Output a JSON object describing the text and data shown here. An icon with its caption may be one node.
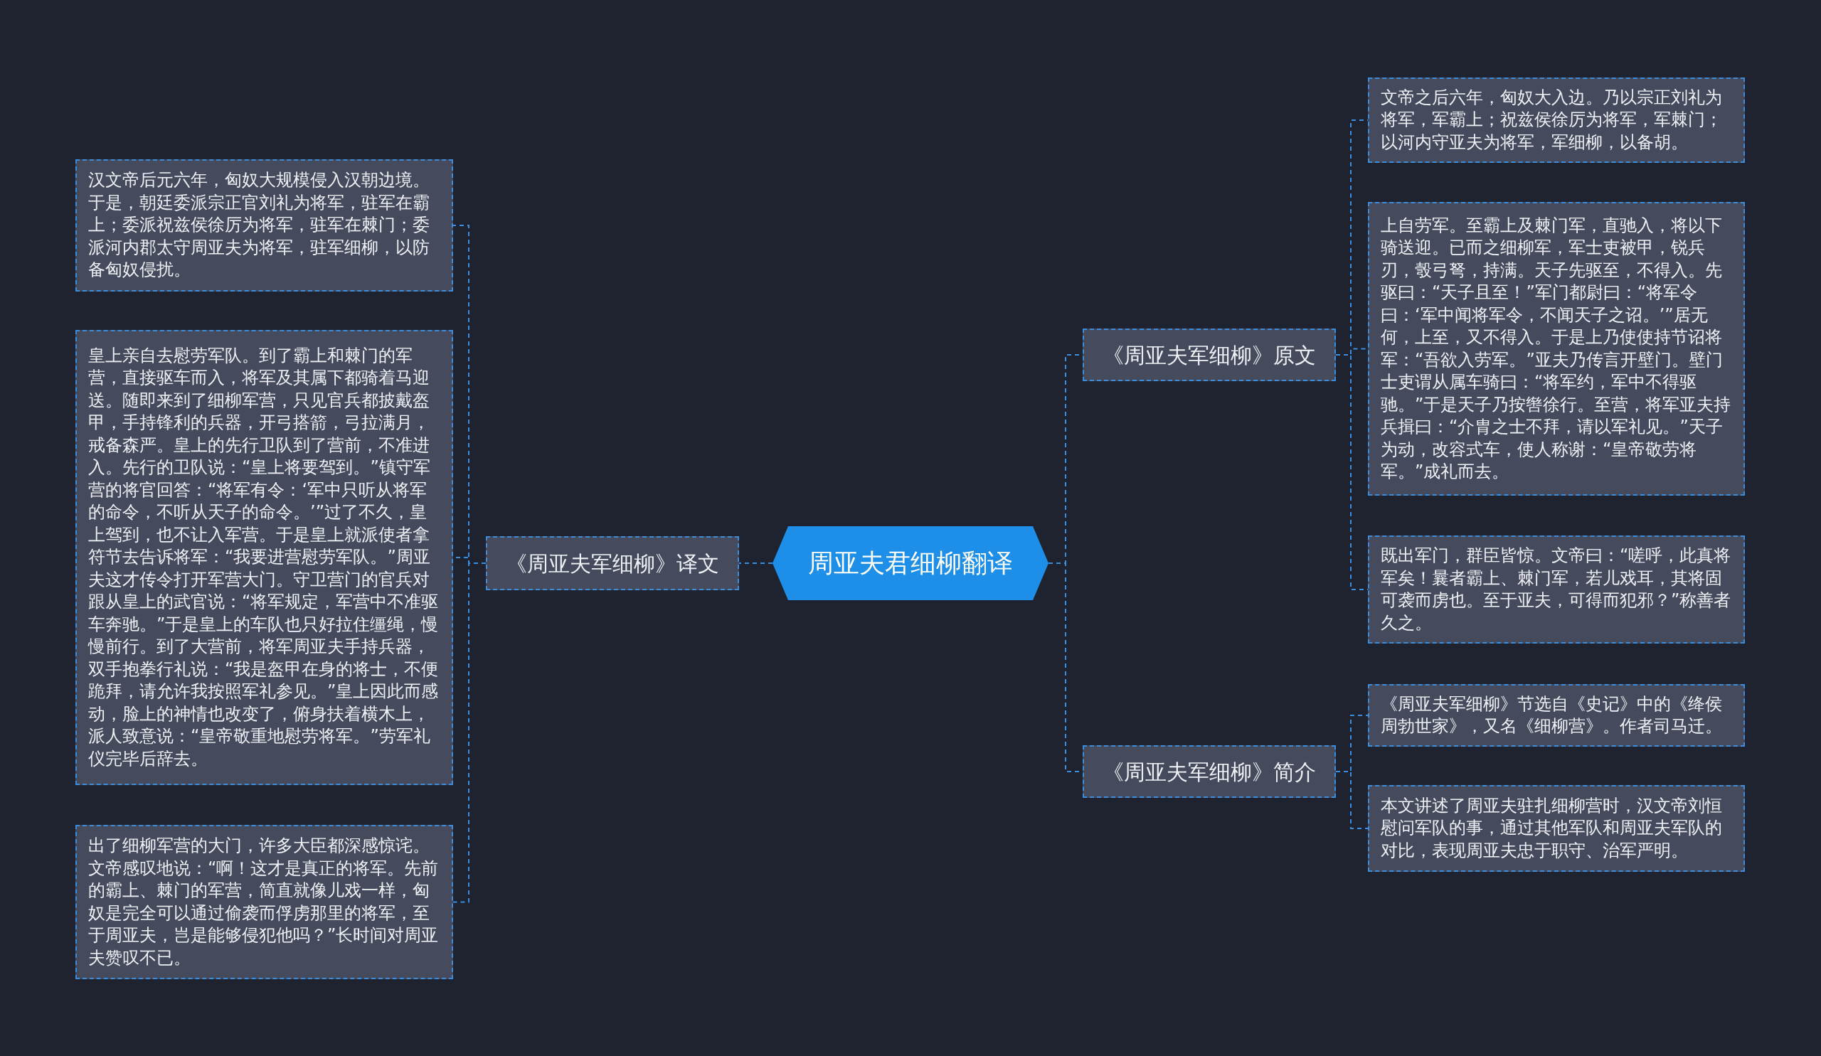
{
  "diagram": {
    "nodes": [
      {
        "text": [
          "周亚夫君细柳翻译"
        ]
      },
      {
        "text": [
          "《周亚夫军细柳》译文"
        ]
      },
      {
        "text": [
          "汉文帝后元六年，匈奴大规模侵入汉朝边境。于是，朝廷委派宗正官刘礼为将军，驻军在霸上；委派祝兹侯徐厉为将军，驻军在棘门；委派河内郡太守周亚夫为将军，驻军细柳，以防备匈奴侵扰。"
        ]
      },
      {
        "text": [
          "皇上亲自去慰劳军队。到了霸上和棘门的军营，直接驱车而入，将军及其属下都骑着马迎送。随即来到了细柳军营，只见官兵都披戴盔甲，手持锋利的兵器，开弓搭箭，弓拉满月，戒备森严。皇上的先行卫队到了营前，不准进入。先行的卫队说：“皇上将要驾到。”镇守军营的将官回答：“将军有令：‘军中只听从将军的命令，不听从天子的命令。’”过了不久，皇上驾到，也不让入军营。于是皇上就派使者拿符节去告诉将军：“我要进营慰劳军队。”周亚夫这才传令打开军营大门。守卫营门的官兵对跟从皇上的武官说：“将军规定，军营中不准驱车奔驰。”于是皇上的车队也只好拉住缰绳，慢慢前行。到了大营前，将军周亚夫手持兵器，双手抱拳行礼说：“我是盔甲在身的将士，不便跪拜，请允许我按照军礼参见。”皇上因此而感动，脸上的神情也改变了，俯身扶着横木上，派人致意说：“皇帝敬重地慰劳将军。”劳军礼仪完毕后辞去。"
        ]
      },
      {
        "text": [
          "出了细柳军营的大门，许多大臣都深感惊诧。文帝感叹地说：“啊！这才是真正的将军。先前的霸上、棘门的军营，简直就像儿戏一样，匈奴是完全可以通过偷袭而俘虏那里的将军，至于周亚夫，岂是能够侵犯他吗？”长时间对周亚夫赞叹不已。"
        ]
      },
      {
        "text": [
          "《周亚夫军细柳》原文"
        ]
      },
      {
        "text": [
          "文帝之后六年，匈奴大入边。乃以宗正刘礼为将军，军霸上；祝兹侯徐厉为将军，军棘门；以河内守亚夫为将军，军细柳，以备胡。"
        ]
      },
      {
        "text": [
          "上自劳军。至霸上及棘门军，直驰入，将以下骑送迎。已而之细柳军，军士吏被甲，锐兵刃，彀弓弩，持满。天子先驱至，不得入。先驱曰：“天子且至！”军门都尉曰：“将军令曰：‘军中闻将军令，不闻天子之诏。’”居无何，上至，又不得入。于是上乃使使持节诏将军：“吾欲入劳军。”亚夫乃传言开壁门。壁门士吏谓从属车骑曰：“将军约，军中不得驱驰。”于是天子乃按辔徐行。至营，将军亚夫持兵揖曰：“介胄之士不拜，请以军礼见。”天子为动，改容式车，使人称谢：“皇帝敬劳将军。”成礼而去。"
        ]
      },
      {
        "text": [
          "既出军门，群臣皆惊。文帝曰：“嗟呼，此真将军矣！曩者霸上、棘门军，若儿戏耳，其将固可袭而虏也。至于亚夫，可得而犯邪？”称善者久之。"
        ]
      },
      {
        "text": [
          "《周亚夫军细柳》简介"
        ]
      },
      {
        "text": [
          "《周亚夫军细柳》节选自《史记》中的《绛侯周勃世家》，又名《细柳营》。作者司马迁。"
        ]
      },
      {
        "text": [
          "本文讲述了周亚夫驻扎细柳营时，汉文帝刘恒慰问军队的事，通过其他军队和周亚夫军队的对比，表现周亚夫忠于职守、治军严明。"
        ]
      }
    ],
    "edges": [
      {
        "from": 0,
        "to": 1,
        "arrow": "none"
      },
      {
        "from": 1,
        "to": 2,
        "arrow": "none"
      },
      {
        "from": 1,
        "to": 3,
        "arrow": "none"
      },
      {
        "from": 1,
        "to": 4,
        "arrow": "none"
      },
      {
        "from": 0,
        "to": 5,
        "arrow": "none"
      },
      {
        "from": 0,
        "to": 9,
        "arrow": "none"
      },
      {
        "from": 5,
        "to": 6,
        "arrow": "none"
      },
      {
        "from": 5,
        "to": 7,
        "arrow": "none"
      },
      {
        "from": 5,
        "to": 8,
        "arrow": "none"
      },
      {
        "from": 9,
        "to": 10,
        "arrow": "none"
      },
      {
        "from": 9,
        "to": 11,
        "arrow": "none"
      }
    ]
  }
}
